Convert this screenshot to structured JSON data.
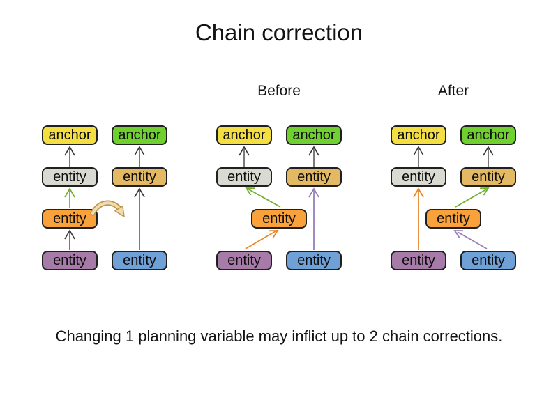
{
  "title": "Chain correction",
  "caption": "Changing 1 planning variable may inflict up to 2 chain corrections.",
  "icons": {
    "move_arrow": "curved-move-arrow-icon",
    "chain_arrow": "up-arrow-icon"
  },
  "colors": {
    "anchor_yellow": "#f4df42",
    "anchor_green": "#70d02f",
    "entity_gray": "#d9dbd3",
    "entity_tan": "#e4b964",
    "entity_orange": "#f9a13a",
    "entity_purple": "#a77ba8",
    "entity_blue": "#6fa0d6",
    "arrow_gray": "#7a7a7a",
    "arrow_green": "#72b02f",
    "arrow_orange": "#e8872b",
    "arrow_violet": "#9a7dbb",
    "move_arrow_fill": "#f0dcae",
    "move_arrow_outline": "#c2954e"
  },
  "diagram": {
    "groups": [
      {
        "label": "",
        "chains": [
          {
            "nodes": [
              {
                "label": "anchor",
                "color": "yellow"
              },
              {
                "label": "entity",
                "color": "gray"
              },
              {
                "label": "entity",
                "color": "orange"
              },
              {
                "label": "entity",
                "color": "purple"
              }
            ]
          },
          {
            "nodes": [
              {
                "label": "anchor",
                "color": "green"
              },
              {
                "label": "entity",
                "color": "tan"
              },
              {
                "label": "entity",
                "color": "blue"
              }
            ]
          }
        ]
      },
      {
        "label": "Before",
        "chains": [
          {
            "nodes": [
              {
                "label": "anchor",
                "color": "yellow"
              },
              {
                "label": "entity",
                "color": "gray"
              },
              {
                "label": "entity",
                "color": "purple"
              }
            ]
          },
          {
            "nodes": [
              {
                "label": "anchor",
                "color": "green"
              },
              {
                "label": "entity",
                "color": "tan"
              },
              {
                "label": "entity",
                "color": "blue"
              }
            ]
          }
        ],
        "floating_node": {
          "label": "entity",
          "color": "orange"
        }
      },
      {
        "label": "After",
        "chains": [
          {
            "nodes": [
              {
                "label": "anchor",
                "color": "yellow"
              },
              {
                "label": "entity",
                "color": "gray"
              },
              {
                "label": "entity",
                "color": "purple"
              }
            ]
          },
          {
            "nodes": [
              {
                "label": "anchor",
                "color": "green"
              },
              {
                "label": "entity",
                "color": "tan"
              },
              {
                "label": "entity",
                "color": "blue"
              }
            ]
          }
        ],
        "floating_node": {
          "label": "entity",
          "color": "orange"
        }
      }
    ]
  }
}
